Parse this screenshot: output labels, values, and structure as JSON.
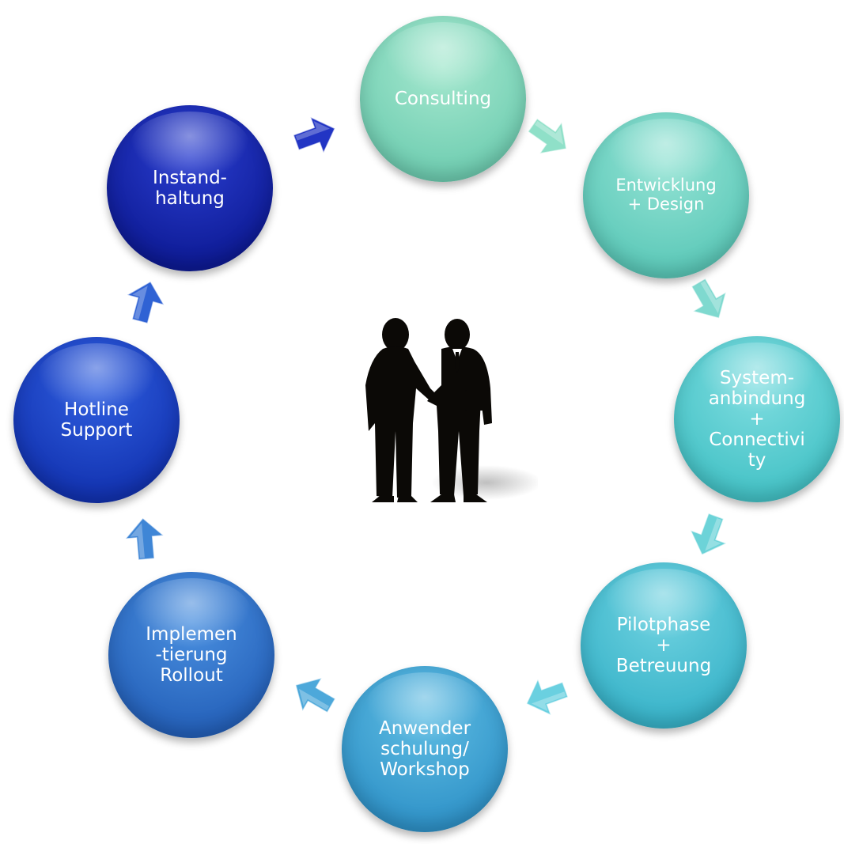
{
  "diagram": {
    "nodes": [
      {
        "id": "consulting",
        "label": "Consulting",
        "color_top": "#a6e8cf",
        "color_bottom": "#6fcdb1"
      },
      {
        "id": "entwicklung",
        "label": "Entwicklung\n+ Design",
        "color_top": "#94e3d4",
        "color_bottom": "#5bc8b8"
      },
      {
        "id": "systemanbindung",
        "label": "System-\nanbindung\n+\nConnectivi\nty",
        "color_top": "#7fdde0",
        "color_bottom": "#44c2c6"
      },
      {
        "id": "pilotphase",
        "label": "Pilotphase\n+\nBetreuung",
        "color_top": "#6fd2e0",
        "color_bottom": "#38b3c9"
      },
      {
        "id": "anwenderschulung",
        "label": "Anwender\nschulung/\nWorkshop",
        "color_top": "#5fbde3",
        "color_bottom": "#2f92c8"
      },
      {
        "id": "implementierung",
        "label": "Implemen\n-tierung\nRollout",
        "color_top": "#4a90e0",
        "color_bottom": "#2460b9"
      },
      {
        "id": "hotline",
        "label": "Hotline\nSupport",
        "color_top": "#2f5fe0",
        "color_bottom": "#1232b0"
      },
      {
        "id": "instandhaltung",
        "label": "Instand-\nhaltung",
        "color_top": "#2a3ed0",
        "color_bottom": "#0d1a94"
      }
    ],
    "arrows": [
      {
        "id": "arrow-instandhaltung-to-consulting",
        "color": "#2235c4"
      },
      {
        "id": "arrow-consulting-to-entwicklung",
        "color": "#8fe0c8"
      },
      {
        "id": "arrow-entwicklung-to-systemanbindung",
        "color": "#7fd9cf"
      },
      {
        "id": "arrow-systemanbindung-to-pilotphase",
        "color": "#6cd3d8"
      },
      {
        "id": "arrow-pilotphase-to-anwenderschulung",
        "color": "#6ad0e0"
      },
      {
        "id": "arrow-anwenderschulung-to-implementierung",
        "color": "#4da8da"
      },
      {
        "id": "arrow-implementierung-to-hotline",
        "color": "#3f86d6"
      },
      {
        "id": "arrow-hotline-to-instandhaltung",
        "color": "#2f62d4"
      }
    ],
    "center_image": "handshake-silhouette-icon"
  }
}
